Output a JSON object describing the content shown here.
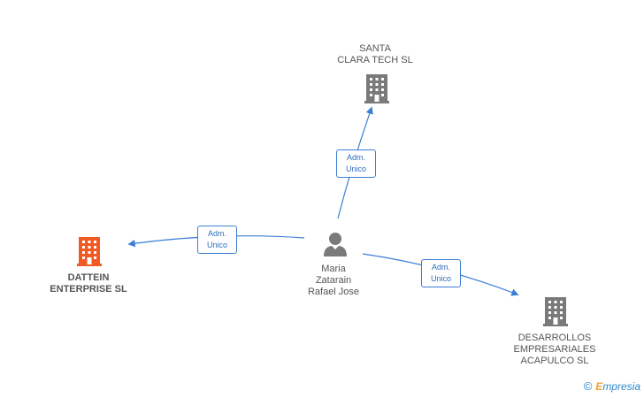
{
  "nodes": {
    "dattein": {
      "label": "DATTEIN\nENTERPRISE SL",
      "color": "#f05a23",
      "icon": "building-icon"
    },
    "santa_clara": {
      "label": "SANTA\nCLARA TECH SL",
      "color": "#7a7a7a",
      "icon": "building-icon"
    },
    "desarrollos": {
      "label": "DESARROLLOS\nEMPRESARIALES\nACAPULCO SL",
      "color": "#7a7a7a",
      "icon": "building-icon"
    },
    "person": {
      "label": "Maria\nZatarain\nRafael Jose",
      "color": "#7a7a7a",
      "icon": "person-icon"
    }
  },
  "edges": {
    "to_dattein": "Adm.\nUnico",
    "to_santa_clara": "Adm.\nUnico",
    "to_desarrollos": "Adm.\nUnico"
  },
  "edge_color": "#3b7fd4",
  "footer": {
    "copyright": "©",
    "brand_initial": "E",
    "brand_rest": "mpresia"
  }
}
